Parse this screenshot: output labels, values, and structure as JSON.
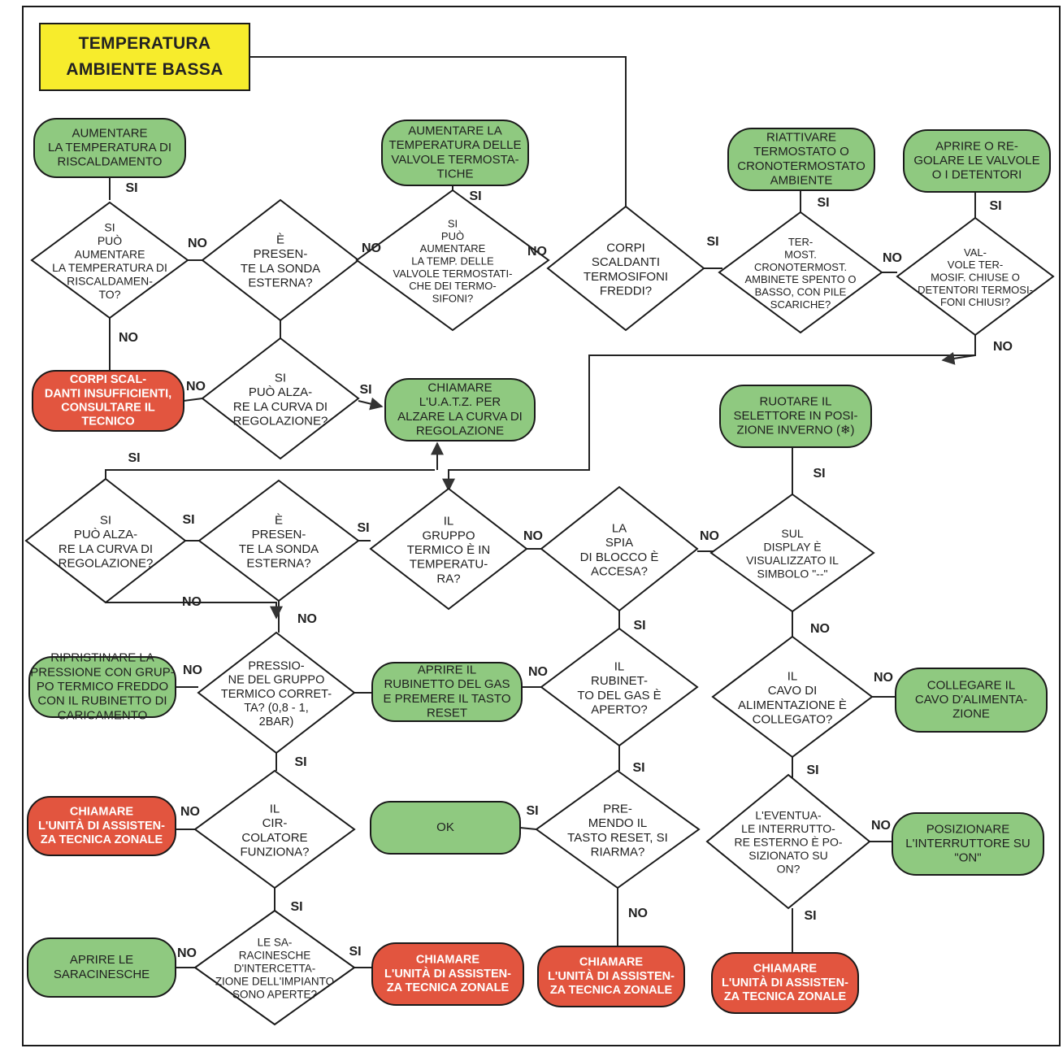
{
  "title": {
    "line1": "TEMPERATURA",
    "line2": "AMBIENTE BASSA"
  },
  "colors": {
    "green": "#8fc980",
    "red": "#e2553f",
    "yellow": "#f7ec2c",
    "line": "#222222",
    "border": "#1a1a1a"
  },
  "actions": {
    "aumentare_temp_risc": {
      "lines": [
        "AUMENTARE",
        "LA TEMPERATURA DI",
        "RISCALDAMENTO"
      ],
      "color": "green"
    },
    "aumentare_valvole": {
      "lines": [
        "AUMENTARE LA",
        "TEMPERATURA DELLE",
        "VALVOLE TERMOSTA-",
        "TICHE"
      ],
      "color": "green"
    },
    "riattivare_termostato": {
      "lines": [
        "RIATTIVARE",
        "TERMOSTATO O",
        "CRONOTERMOSTATO",
        "AMBIENTE"
      ],
      "color": "green"
    },
    "aprire_valvole": {
      "lines": [
        "APRIRE O RE-",
        "GOLARE LE VALVOLE",
        "O I DETENTORI"
      ],
      "color": "green"
    },
    "corpi_insufficienti": {
      "lines": [
        "CORPI SCAL-",
        "DANTI INSUFFICIENTI,",
        "CONSULTARE IL",
        "TECNICO"
      ],
      "color": "red"
    },
    "chiamare_uatz": {
      "lines": [
        "CHIAMARE",
        "L'U.A.T.Z. PER",
        "ALZARE LA CURVA DI",
        "REGOLAZIONE"
      ],
      "color": "green"
    },
    "ruotare_selettore": {
      "lines": [
        "RUOTARE IL",
        "SELETTORE IN POSI-",
        "ZIONE INVERNO (❄)"
      ],
      "color": "green"
    },
    "ripristinare_pressione": {
      "lines": [
        "RIPRISTINARE LA",
        "PRESSIONE CON GRUP-",
        "PO TERMICO FREDDO",
        "CON IL RUBINETTO DI",
        "CARICAMENTO"
      ],
      "color": "green"
    },
    "aprire_rubinetto": {
      "lines": [
        "APRIRE IL",
        "RUBINETTO DEL GAS",
        "E PREMERE IL TASTO",
        "RESET"
      ],
      "color": "green"
    },
    "collegare_cavo": {
      "lines": [
        "COLLEGARE IL",
        "CAVO D'ALIMENTA-",
        "ZIONE"
      ],
      "color": "green"
    },
    "chiamare_uatz_1": {
      "lines": [
        "CHIAMARE",
        "L'UNITÀ DI ASSISTEN-",
        "ZA TECNICA ZONALE"
      ],
      "color": "red"
    },
    "ok": {
      "lines": [
        "OK"
      ],
      "color": "green"
    },
    "posizionare_interruttore": {
      "lines": [
        "POSIZIONARE",
        "L'INTERRUTTORE SU",
        "\"ON\""
      ],
      "color": "green"
    },
    "aprire_saracinesche": {
      "lines": [
        "APRIRE LE",
        "SARACINESCHE"
      ],
      "color": "green"
    },
    "chiamare_uatz_2": {
      "lines": [
        "CHIAMARE",
        "L'UNITÀ DI ASSISTEN-",
        "ZA TECNICA ZONALE"
      ],
      "color": "red"
    },
    "chiamare_uatz_3": {
      "lines": [
        "CHIAMARE",
        "L'UNITÀ DI ASSISTEN-",
        "ZA TECNICA ZONALE"
      ],
      "color": "red"
    },
    "chiamare_uatz_4": {
      "lines": [
        "CHIAMARE",
        "L'UNITÀ DI ASSISTEN-",
        "ZA TECNICA ZONALE"
      ],
      "color": "red"
    }
  },
  "decisions": {
    "aumentare_temp_q": {
      "lines": [
        "SI",
        "PUÒ",
        "AUMENTARE",
        "LA TEMPERATURA DI",
        "RISCALDAMEN-",
        "TO?"
      ]
    },
    "sonda_esterna_1": {
      "lines": [
        "È",
        "PRESEN-",
        "TE LA SONDA",
        "ESTERNA?"
      ]
    },
    "aumentare_valvole_q": {
      "lines": [
        "SI",
        "PUÒ",
        "AUMENTARE",
        "LA TEMP. DELLE",
        "VALVOLE TERMOSTATI-",
        "CHE DEI TERMO-",
        "SIFONI?"
      ]
    },
    "corpi_freddi": {
      "lines": [
        "CORPI",
        "SCALDANTI",
        "TERMOSIFONI",
        "FREDDI?"
      ]
    },
    "termostato_q": {
      "lines": [
        "TER-",
        "MOST.",
        "CRONOTERMOST.",
        "AMBINETE SPENTO O",
        "BASSO, CON PILE",
        "SCARICHE?"
      ]
    },
    "valvole_chiuse": {
      "lines": [
        "VAL-",
        "VOLE TER-",
        "MOSIF. CHIUSE O",
        "DETENTORI TERMOSI-",
        "FONI CHIUSI?"
      ]
    },
    "alzare_curva_1": {
      "lines": [
        "SI",
        "PUÒ ALZA-",
        "RE LA CURVA DI",
        "REGOLAZIONE?"
      ]
    },
    "alzare_curva_2": {
      "lines": [
        "SI",
        "PUÒ ALZA-",
        "RE LA CURVA DI",
        "REGOLAZIONE?"
      ]
    },
    "sonda_esterna_2": {
      "lines": [
        "È",
        "PRESEN-",
        "TE LA SONDA",
        "ESTERNA?"
      ]
    },
    "gruppo_temperatura": {
      "lines": [
        "IL",
        "GRUPPO",
        "TERMICO È IN",
        "TEMPERATU-",
        "RA?"
      ]
    },
    "spia_blocco": {
      "lines": [
        "LA",
        "SPIA",
        "DI BLOCCO È",
        "ACCESA?"
      ]
    },
    "display_simbolo": {
      "lines": [
        "SUL",
        "DISPLAY È",
        "VISUALIZZATO IL",
        "SIMBOLO \"--\""
      ]
    },
    "pressione_q": {
      "lines": [
        "PRESSIO-",
        "NE DEL GRUPPO",
        "TERMICO CORRET-",
        "TA? (0,8 - 1,",
        "2BAR)"
      ]
    },
    "rubinetto_q": {
      "lines": [
        "IL",
        "RUBINET-",
        "TO DEL GAS È",
        "APERTO?"
      ]
    },
    "cavo_q": {
      "lines": [
        "IL",
        "CAVO DI",
        "ALIMENTAZIONE È",
        "COLLEGATO?"
      ]
    },
    "circolatore_q": {
      "lines": [
        "IL",
        "CIR-",
        "COLATORE",
        "FUNZIONA?"
      ]
    },
    "reset_q": {
      "lines": [
        "PRE-",
        "MENDO IL",
        "TASTO RESET, SI",
        "RIARMA?"
      ]
    },
    "interruttore_q": {
      "lines": [
        "L'EVENTUA-",
        "LE INTERRUTTO-",
        "RE ESTERNO È PO-",
        "SIZIONATO SU",
        "ON?"
      ]
    },
    "saracinesche_q": {
      "lines": [
        "LE SA-",
        "RACINESCHE",
        "D'INTERCETTA-",
        "ZIONE DELL'IMPIANTO",
        "SONO APERTE?"
      ]
    }
  },
  "edge_labels": {
    "si": "SI",
    "no": "NO"
  }
}
